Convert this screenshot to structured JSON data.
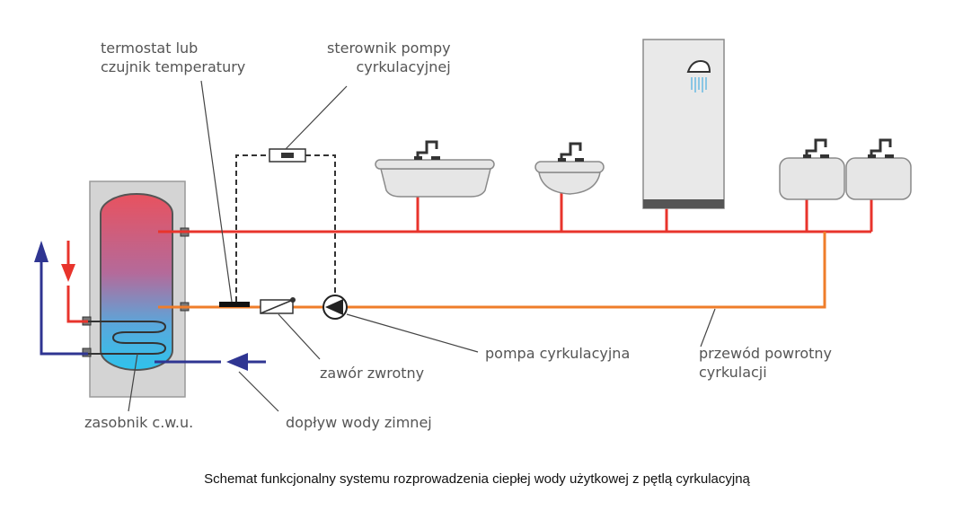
{
  "labels": {
    "thermostat": "termostat lub\nczujnik temperatury",
    "pump_controller": "sterownik pompy\ncyrkulacyjnej",
    "storage_tank": "zasobnik c.w.u.",
    "cold_water_inlet": "dopływ wody zimnej",
    "check_valve": "zawór zwrotny",
    "circulation_pump": "pompa cyrkulacyjna",
    "return_pipe": "przewód powrotny\ncyrkulacji"
  },
  "caption": "Schemat funkcjonalny systemu rozprowadzenia ciepłej wody użytkowej z pętlą cyrkulacyjną",
  "colors": {
    "hot": "#e8342c",
    "circulation": "#ef7d2a",
    "cold": "#2f3592",
    "tank_hot": "#e8525f",
    "tank_cold": "#2fc3ec",
    "fixture": "#e6e6e6",
    "outline": "#8a8a8a"
  }
}
